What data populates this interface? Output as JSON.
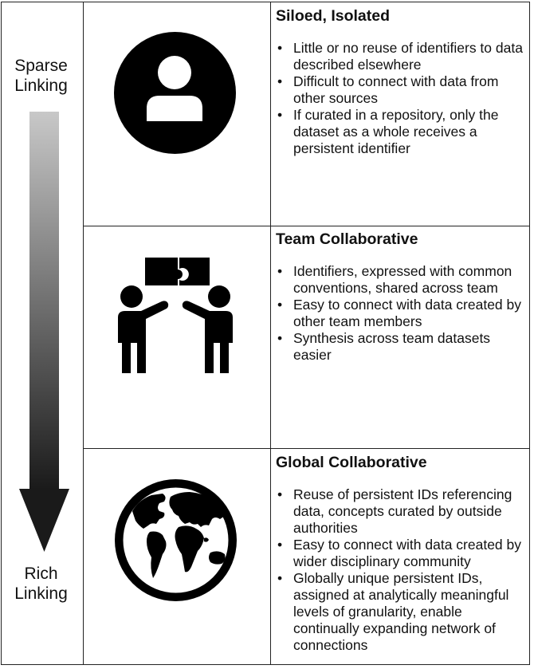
{
  "axis": {
    "top_label_line1": "Sparse",
    "top_label_line2": "Linking",
    "bottom_label_line1": "Rich",
    "bottom_label_line2": "Linking"
  },
  "rows": [
    {
      "icon": "person-icon",
      "title": "Siloed, Isolated",
      "bullets": [
        "Little or no reuse of identifiers to data described elsewhere",
        "Difficult to connect with data from other sources",
        "If curated in a repository, only the dataset as a whole receives a persistent identifier"
      ]
    },
    {
      "icon": "team-puzzle-icon",
      "title": "Team Collaborative",
      "bullets": [
        "Identifiers, expressed with common conventions, shared across team",
        "Easy to connect with data created by other team members",
        "Synthesis across team datasets easier"
      ]
    },
    {
      "icon": "globe-icon",
      "title": "Global Collaborative",
      "bullets": [
        "Reuse of persistent IDs referencing data, concepts curated by outside authorities",
        "Easy to connect with data created by wider disciplinary community",
        "Globally unique persistent IDs, assigned at analytically meaningful levels of granularity, enable continually expanding network of connections"
      ]
    }
  ]
}
